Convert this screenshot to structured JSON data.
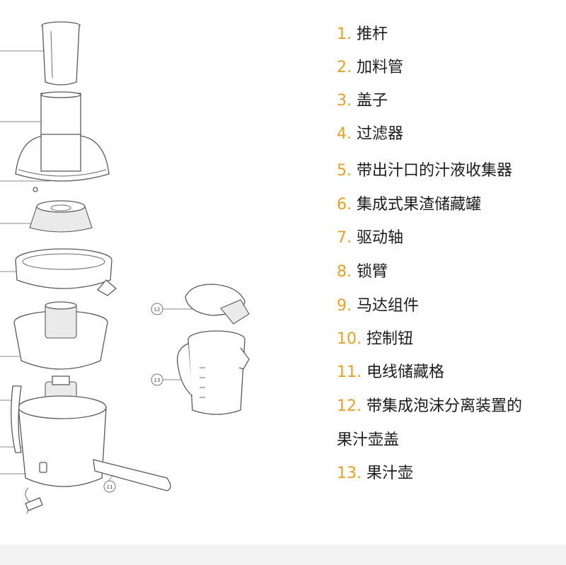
{
  "parts": [
    {
      "number": "1.",
      "name": "推杆"
    },
    {
      "number": "2.",
      "name": "加料管"
    },
    {
      "number": "3.",
      "name": "盖子"
    },
    {
      "number": "4.",
      "name": "过滤器"
    },
    {
      "number": "5.",
      "name": "带出汁口的汁液收集器"
    },
    {
      "number": "6.",
      "name": "集成式果渣储藏罐"
    },
    {
      "number": "7.",
      "name": "驱动轴"
    },
    {
      "number": "8.",
      "name": "锁臂"
    },
    {
      "number": "9.",
      "name": "马达组件"
    },
    {
      "number": "10.",
      "name": "控制钮"
    },
    {
      "number": "11.",
      "name": "电线储藏格"
    },
    {
      "number": "12.",
      "name": "带集成泡沫分离装置的",
      "continuation": "果汁壶盖"
    },
    {
      "number": "13.",
      "name": "果汁壶"
    }
  ],
  "callouts": [
    "12",
    "13",
    "11"
  ],
  "colors": {
    "number_accent": "#e8a02a",
    "text": "#1c1c1c",
    "line_art": "#5a5a5a"
  }
}
